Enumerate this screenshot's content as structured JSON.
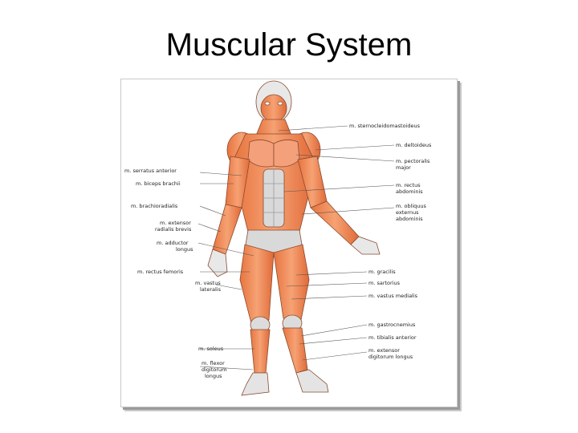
{
  "slide": {
    "title": "Muscular System"
  },
  "colors": {
    "muscle": "#f08c5a",
    "muscle_dark": "#d9663b",
    "tendon": "#d7d7d7",
    "skin_outline": "#8a4a2e",
    "leader_line": "#555555"
  },
  "labels_left": [
    {
      "id": "serratus",
      "lines": [
        "m. serratus anterior"
      ]
    },
    {
      "id": "biceps",
      "lines": [
        "m. biceps brachii"
      ]
    },
    {
      "id": "brachioradialis",
      "lines": [
        "m. brachioradialis"
      ]
    },
    {
      "id": "extensor-radialis",
      "lines": [
        "m. extensor",
        "radialis brevis"
      ]
    },
    {
      "id": "adductor",
      "lines": [
        "m. adductor",
        "longus"
      ]
    },
    {
      "id": "rectus-femoris",
      "lines": [
        "m. rectus femoris"
      ]
    },
    {
      "id": "vastus-lateralis",
      "lines": [
        "m. vastus",
        "lateralis"
      ]
    },
    {
      "id": "soleus",
      "lines": [
        "m. soleus"
      ]
    },
    {
      "id": "flexor-digitorum",
      "lines": [
        "m. flexor",
        "digitorum",
        "longus"
      ]
    }
  ],
  "labels_right": [
    {
      "id": "sternocleido",
      "lines": [
        "m. sternocleidomastoideus"
      ]
    },
    {
      "id": "deltoideus",
      "lines": [
        "m. deltoideus"
      ]
    },
    {
      "id": "pectoralis",
      "lines": [
        "m. pectoralis",
        "major"
      ]
    },
    {
      "id": "rectus-abdominis",
      "lines": [
        "m. rectus",
        "abdominis"
      ]
    },
    {
      "id": "obliquus",
      "lines": [
        "m. obliquus",
        "externus",
        "abdominis"
      ]
    },
    {
      "id": "gracilis",
      "lines": [
        "m. gracilis"
      ]
    },
    {
      "id": "sartorius",
      "lines": [
        "m. sartorius"
      ]
    },
    {
      "id": "vastus-medialis",
      "lines": [
        "m. vastus medialis"
      ]
    },
    {
      "id": "gastrocnemius",
      "lines": [
        "m. gastrocnemius"
      ]
    },
    {
      "id": "tibialis",
      "lines": [
        "m. tibialis anterior"
      ]
    },
    {
      "id": "extensor-digitorum",
      "lines": [
        "m. extensor",
        "digitorum longus"
      ]
    }
  ]
}
